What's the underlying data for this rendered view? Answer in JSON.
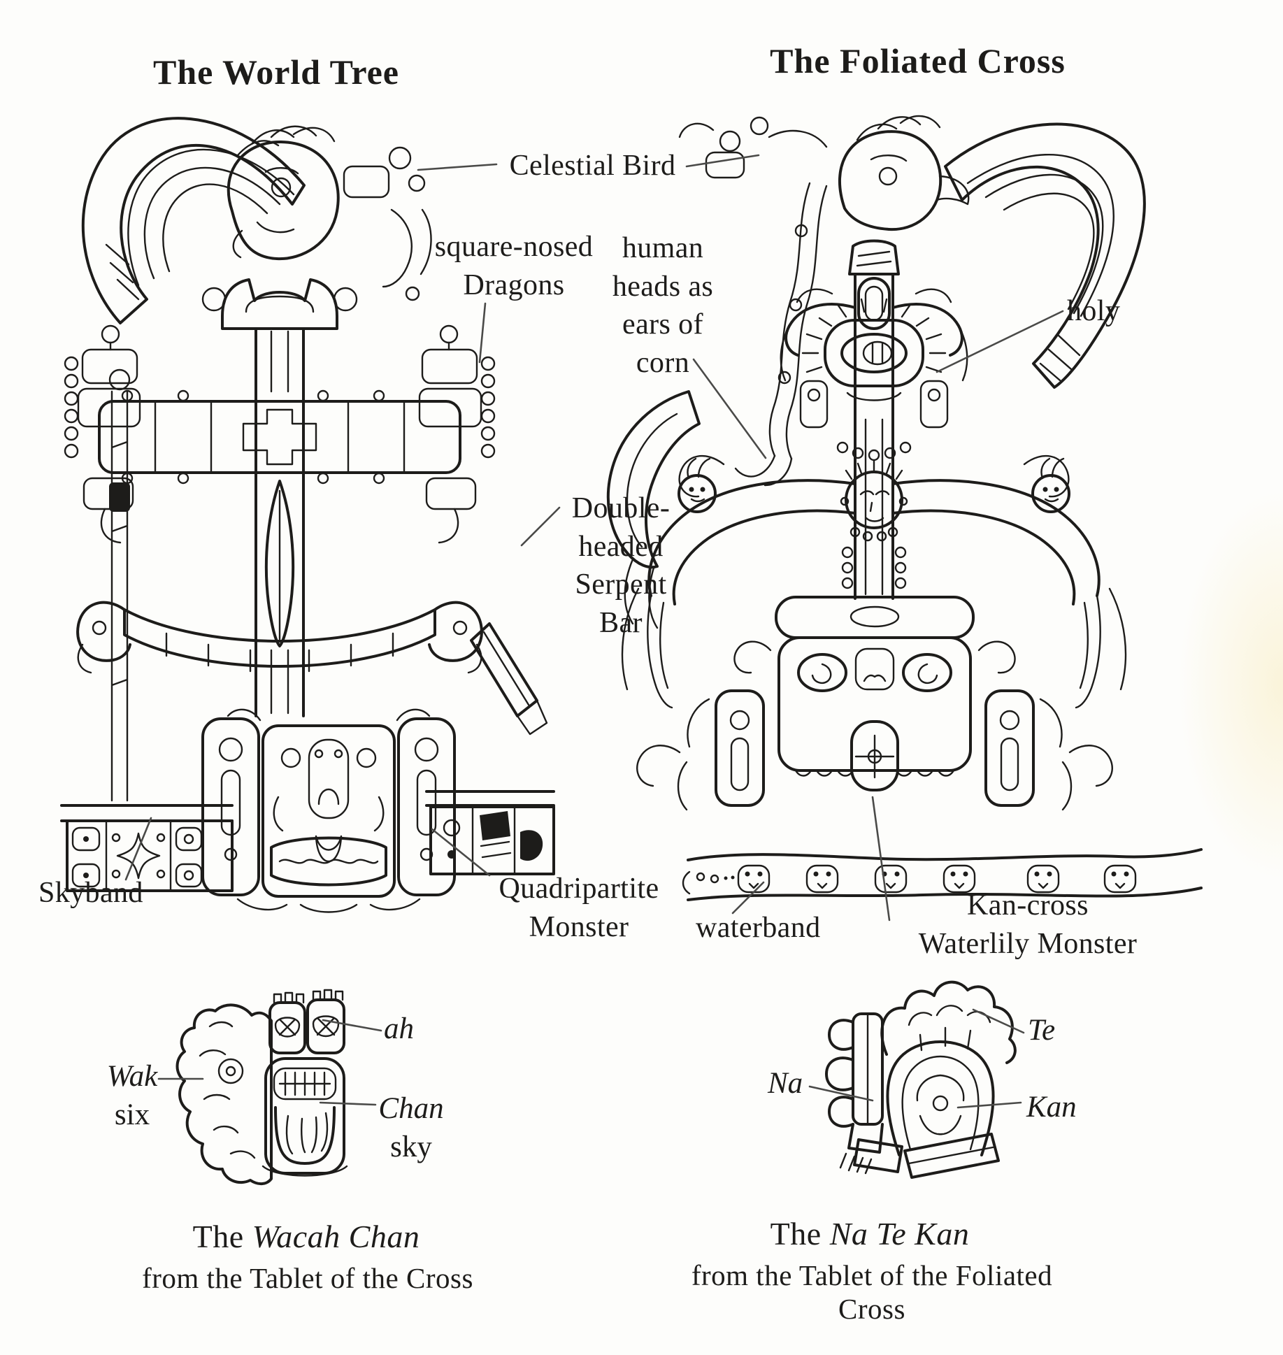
{
  "palette": {
    "ink": "#1d1c1a",
    "paper": "#fdfdfb",
    "leader": "#4a4a48"
  },
  "figures": {
    "world_tree": {
      "title": "The World Tree",
      "annotations": {
        "celestial_bird": "Celestial Bird",
        "square_nosed_dragons": "square-nosed\nDragons",
        "double_headed_serpent_bar": "Double-\nheaded\nSerpent\nBar",
        "skyband": "Skyband",
        "quadripartite_monster": "Quadripartite\nMonster"
      },
      "glyph_labels": {
        "wak": "Wak",
        "wak_gloss": "six",
        "ah": "ah",
        "chan": "Chan",
        "chan_gloss": "sky"
      },
      "caption": {
        "prefix": "The ",
        "name": "Wacah Chan",
        "source": "from the Tablet of the Cross"
      }
    },
    "foliated_cross": {
      "title": "The Foliated Cross",
      "annotations": {
        "human_heads": "human\nheads as\nears of\ncorn",
        "holy": "holy",
        "waterband": "waterband",
        "kan_cross": "Kan-cross\nWaterlily Monster"
      },
      "glyph_labels": {
        "na": "Na",
        "te": "Te",
        "kan": "Kan"
      },
      "caption": {
        "prefix": "The ",
        "name": "Na Te Kan",
        "source": "from the Tablet of the Foliated Cross"
      }
    }
  }
}
